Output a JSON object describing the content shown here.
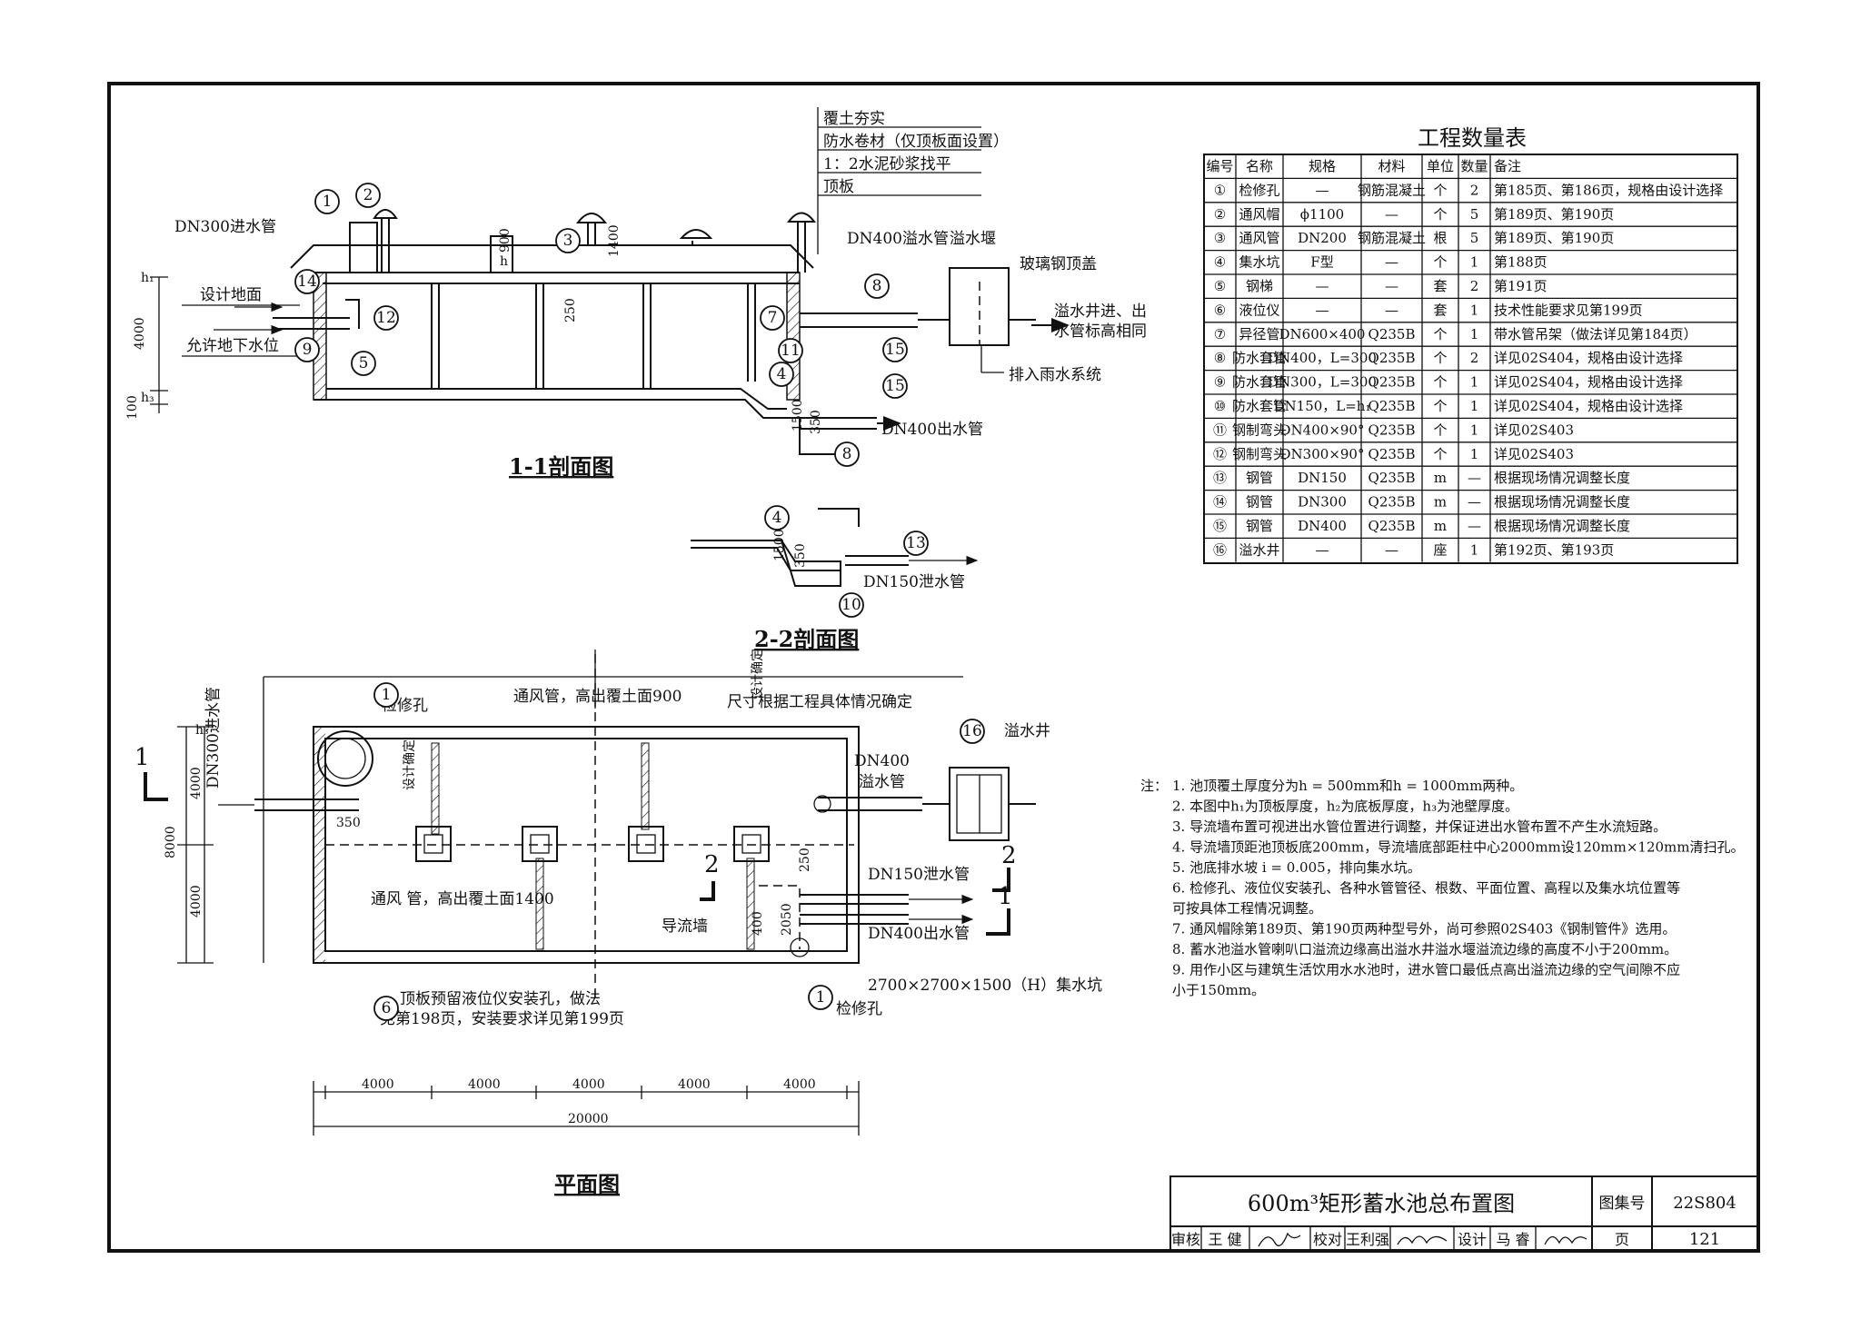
{
  "table": {
    "title": "工程数量表",
    "headers": [
      "编号",
      "名称",
      "规格",
      "材料",
      "单位",
      "数量",
      "备注"
    ],
    "rows": [
      [
        "①",
        "检修孔",
        "—",
        "钢筋混凝土",
        "个",
        "2",
        "第185页、第186页，规格由设计选择"
      ],
      [
        "②",
        "通风帽",
        "ϕ1100",
        "—",
        "个",
        "5",
        "第189页、第190页"
      ],
      [
        "③",
        "通风管",
        "DN200",
        "钢筋混凝土",
        "根",
        "5",
        "第189页、第190页"
      ],
      [
        "④",
        "集水坑",
        "F型",
        "—",
        "个",
        "1",
        "第188页"
      ],
      [
        "⑤",
        "钢梯",
        "—",
        "—",
        "套",
        "2",
        "第191页"
      ],
      [
        "⑥",
        "液位仪",
        "—",
        "—",
        "套",
        "1",
        "技术性能要求见第199页"
      ],
      [
        "⑦",
        "异径管",
        "DN600×400",
        "Q235B",
        "个",
        "1",
        "带水管吊架（做法详见第184页）"
      ],
      [
        "⑧",
        "防水套管",
        "DN400，L=300",
        "Q235B",
        "个",
        "2",
        "详见02S404，规格由设计选择"
      ],
      [
        "⑨",
        "防水套管",
        "DN300，L=300",
        "Q235B",
        "个",
        "1",
        "详见02S404，规格由设计选择"
      ],
      [
        "⑩",
        "防水套管",
        "DN150，L=h₁",
        "Q235B",
        "个",
        "1",
        "详见02S404，规格由设计选择"
      ],
      [
        "⑪",
        "钢制弯头",
        "DN400×90°",
        "Q235B",
        "个",
        "1",
        "详见02S403"
      ],
      [
        "⑫",
        "钢制弯头",
        "DN300×90°",
        "Q235B",
        "个",
        "1",
        "详见02S403"
      ],
      [
        "⑬",
        "钢管",
        "DN150",
        "Q235B",
        "m",
        "—",
        "根据现场情况调整长度"
      ],
      [
        "⑭",
        "钢管",
        "DN300",
        "Q235B",
        "m",
        "—",
        "根据现场情况调整长度"
      ],
      [
        "⑮",
        "钢管",
        "DN400",
        "Q235B",
        "m",
        "—",
        "根据现场情况调整长度"
      ],
      [
        "⑯",
        "溢水井",
        "—",
        "—",
        "座",
        "1",
        "第192页、第193页"
      ]
    ]
  },
  "notes": {
    "prefix": "注：",
    "items": [
      "1. 池顶覆土厚度分为h = 500mm和h = 1000mm两种。",
      "2. 本图中h₁为顶板厚度，h₂为底板厚度，h₃为池壁厚度。",
      "3. 导流墙布置可视进出水管位置进行调整，并保证进出水管布置不产生水流短路。",
      "4. 导流墙顶距池顶板底200mm，导流墙底部距柱中心2000mm设120mm×120mm清扫孔。",
      "5. 池底排水坡 i = 0.005，排向集水坑。",
      "6. 检修孔、液位仪安装孔、各种水管管径、根数、平面位置、高程以及集水坑位置等",
      "   可按具体工程情况调整。",
      "7. 通风帽除第189页、第190页两种型号外，尚可参照02S403《钢制管件》选用。",
      "8. 蓄水池溢水管喇叭口溢流边缘高出溢水井溢水堰溢流边缘的高度不小于200mm。",
      "9. 用作小区与建筑生活饮用水水池时，进水管口最低点高出溢流边缘的空气间隙不应",
      "   小于150mm。"
    ]
  },
  "section11": {
    "title": "1-1剖面图",
    "layers": [
      "覆土夯实",
      "防水卷材（仅顶板面设置）",
      "1：2水泥砂浆找平",
      "顶板"
    ],
    "labels": {
      "inlet": "DN300进水管",
      "ground": "设计地面",
      "groundwater": "允许地下水位",
      "overflow_pipe": "DN400溢水管",
      "weir": "溢水堰",
      "glass_cover": "玻璃钢顶盖",
      "overflow_well_note1": "溢水井进、出",
      "overflow_well_note2": "水管标高相同",
      "rain": "排入雨水系统",
      "outlet": "DN400出水管"
    },
    "dims": {
      "height": "4000",
      "h1": "h₁",
      "h3": "h₃",
      "h": "h",
      "d100": "100",
      "d900": "900",
      "d1400": "1400",
      "d250": "250",
      "d1500": "1500",
      "d350": "350"
    }
  },
  "section22": {
    "title": "2-2剖面图",
    "drain": "DN150泄水管",
    "dims": {
      "d1500": "1500",
      "d350": "350"
    }
  },
  "plan": {
    "title": "平面图",
    "labels": {
      "manhole": "检修孔",
      "vent900": "通风管，高出覆土面900",
      "vent1400": "通风 管，高出覆土面1400",
      "design_det1": "设计确定",
      "design_det2": "设计确定",
      "size_note": "尺寸根据工程具体情况确定",
      "inlet": "DN300进水管",
      "overflow_a": "DN400",
      "overflow_b": "溢水管",
      "overflow_well": "溢水井",
      "drain": "DN150泄水管",
      "outlet": "DN400出水管",
      "baffle": "导流墙",
      "sump": "2700×2700×1500（H）集水坑",
      "level_a": "顶板预留液位仪安装孔，做法",
      "level_b": "见第198页，安装要求详见第199页",
      "manhole2": "检修孔",
      "sec1": "1",
      "sec2": "2"
    },
    "dims": {
      "d4000a": "4000",
      "d4000b": "4000",
      "d8000": "8000",
      "h3": "h₃",
      "cols": [
        "4000",
        "4000",
        "4000",
        "4000",
        "4000"
      ],
      "total": "20000",
      "d350": "350",
      "d250": "250",
      "d2050": "2050",
      "d400": "400"
    }
  },
  "titleblock": {
    "title": "600m³矩形蓄水池总布置图",
    "atlas_label": "图集号",
    "atlas_no": "22S804",
    "review_label": "审核",
    "reviewer": "王 健",
    "check_label": "校对",
    "checker": "王利强",
    "design_label": "设计",
    "designer": "马 睿",
    "page_label": "页",
    "page_no": "121"
  }
}
